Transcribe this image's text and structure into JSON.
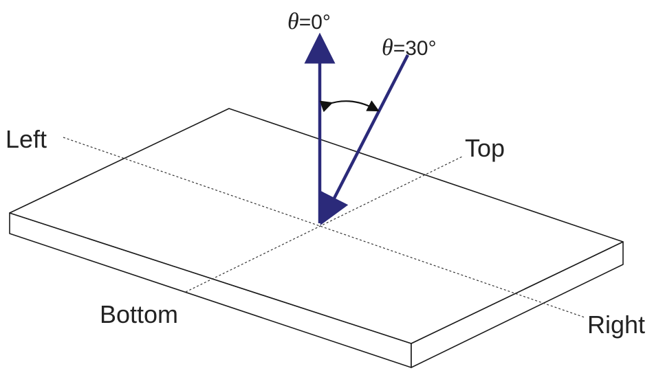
{
  "labels": {
    "left": "Left",
    "top": "Top",
    "bottom": "Bottom",
    "right": "Right"
  },
  "angles": {
    "symbol": "θ",
    "normal": "=0°",
    "oblique": "=30°"
  },
  "colors": {
    "arrow": "#2b2a7a",
    "line": "#1a1a1a"
  }
}
